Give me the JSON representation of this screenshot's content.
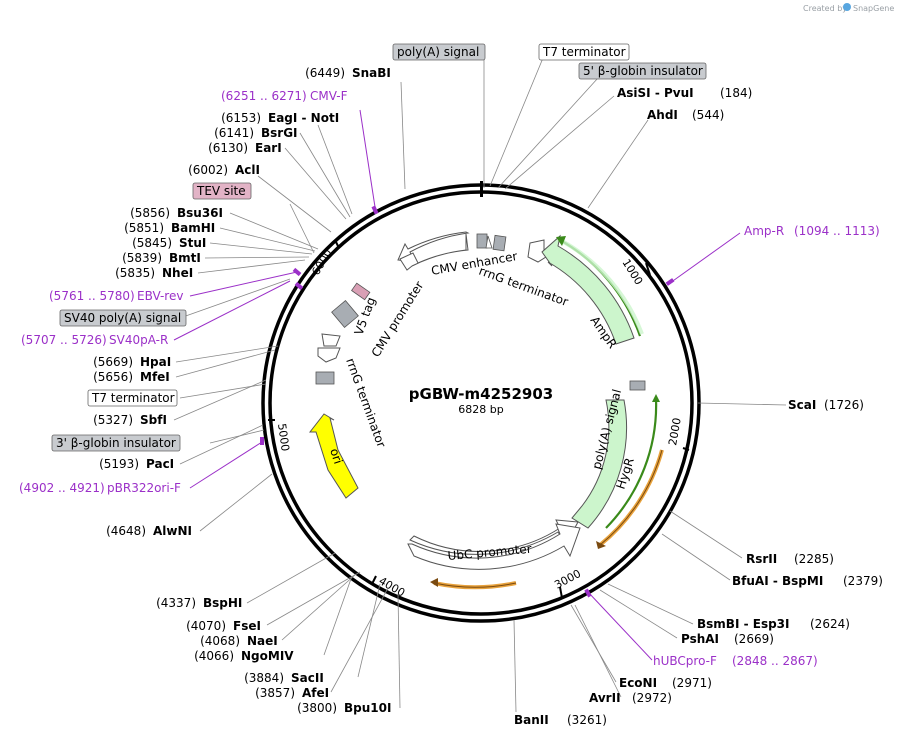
{
  "credit": "Created by",
  "brand": "SnapGene",
  "plasmid": {
    "name": "pGBW-m4252903",
    "length_label": "6828 bp"
  },
  "ticks": [
    "1000",
    "2000",
    "3000",
    "4000",
    "5000",
    "6000"
  ],
  "boxed_labels": [
    {
      "id": "polya-top",
      "text": "poly(A) signal"
    },
    {
      "id": "t7-top",
      "text": "T7 terminator"
    },
    {
      "id": "bglobin-top",
      "text": "5' β-globin insulator"
    },
    {
      "id": "tev",
      "text": "TEV site"
    },
    {
      "id": "sv40",
      "text": "SV40 poly(A) signal"
    },
    {
      "id": "t7-left",
      "text": "T7 terminator"
    },
    {
      "id": "bglobin-left",
      "text": "3' β-globin insulator"
    }
  ],
  "sites": [
    {
      "pos": "(6449)",
      "name": "SnaBI"
    },
    {
      "pos": "(6153)",
      "name": "EagI  - NotI"
    },
    {
      "pos": "(6141)",
      "name": "BsrGI"
    },
    {
      "pos": "(6130)",
      "name": "EarI"
    },
    {
      "pos": "(6002)",
      "name": "AclI"
    },
    {
      "pos": "(5856)",
      "name": "Bsu36I"
    },
    {
      "pos": "(5851)",
      "name": "BamHI"
    },
    {
      "pos": "(5845)",
      "name": "StuI"
    },
    {
      "pos": "(5839)",
      "name": "BmtI"
    },
    {
      "pos": "(5835)",
      "name": "NheI"
    },
    {
      "pos": "(5669)",
      "name": "HpaI"
    },
    {
      "pos": "(5656)",
      "name": "MfeI"
    },
    {
      "pos": "(5327)",
      "name": "SbfI"
    },
    {
      "pos": "(5193)",
      "name": "PacI"
    },
    {
      "pos": "(4648)",
      "name": "AlwNI"
    },
    {
      "pos": "(4337)",
      "name": "BspHI"
    },
    {
      "pos": "(4070)",
      "name": "FseI"
    },
    {
      "pos": "(4068)",
      "name": "NaeI"
    },
    {
      "pos": "(4066)",
      "name": "NgoMIV"
    },
    {
      "pos": "(3884)",
      "name": "SacII"
    },
    {
      "pos": "(3857)",
      "name": "AfeI"
    },
    {
      "pos": "(3800)",
      "name": "Bpu10I"
    },
    {
      "pos": "(3261)",
      "name": "BanII"
    },
    {
      "pos": "(2972)",
      "name": "AvrII"
    },
    {
      "pos": "(2971)",
      "name": "EcoNI"
    },
    {
      "pos": "(2669)",
      "name": "PshAI"
    },
    {
      "pos": "(2624)",
      "name": "BsmBI  - Esp3I"
    },
    {
      "pos": "(2379)",
      "name": "BfuAI  - BspMI"
    },
    {
      "pos": "(2285)",
      "name": "RsrII"
    },
    {
      "pos": "(1726)",
      "name": "ScaI"
    },
    {
      "pos": "(544)",
      "name": "AhdI"
    },
    {
      "pos": "(184)",
      "name": "AsiSI  - PvuI"
    }
  ],
  "primers": [
    {
      "range": "(6251 .. 6271)",
      "name": "CMV-F"
    },
    {
      "range": "(5761 .. 5780)",
      "name": "EBV-rev"
    },
    {
      "range": "(5707 .. 5726)",
      "name": "SV40pA-R"
    },
    {
      "range": "(4902 .. 4921)",
      "name": "pBR322ori-F"
    },
    {
      "name": "Amp-R",
      "range": "(1094 .. 1113)"
    },
    {
      "name": "hUBCpro-F",
      "range": "(2848 .. 2867)"
    }
  ],
  "features": {
    "cmv_enhancer": "CMV enhancer",
    "rrng_top": "rrnG terminator",
    "ampr": "AmpR",
    "v5": "V5 tag",
    "cmv_promoter": "CMV promoter",
    "rrng_left": "rrnG terminator",
    "ori": "ori",
    "polya_inner": "poly(A) signal",
    "hygr": "HygR",
    "ubc": "UbC promoter"
  },
  "colors": {
    "primer": "#9b30c8",
    "ampr_fill": "#ccf5cc",
    "ori_fill": "#ffff00",
    "orange_arrow": "#e8a23c",
    "green_arrow": "#3a8a1a"
  }
}
